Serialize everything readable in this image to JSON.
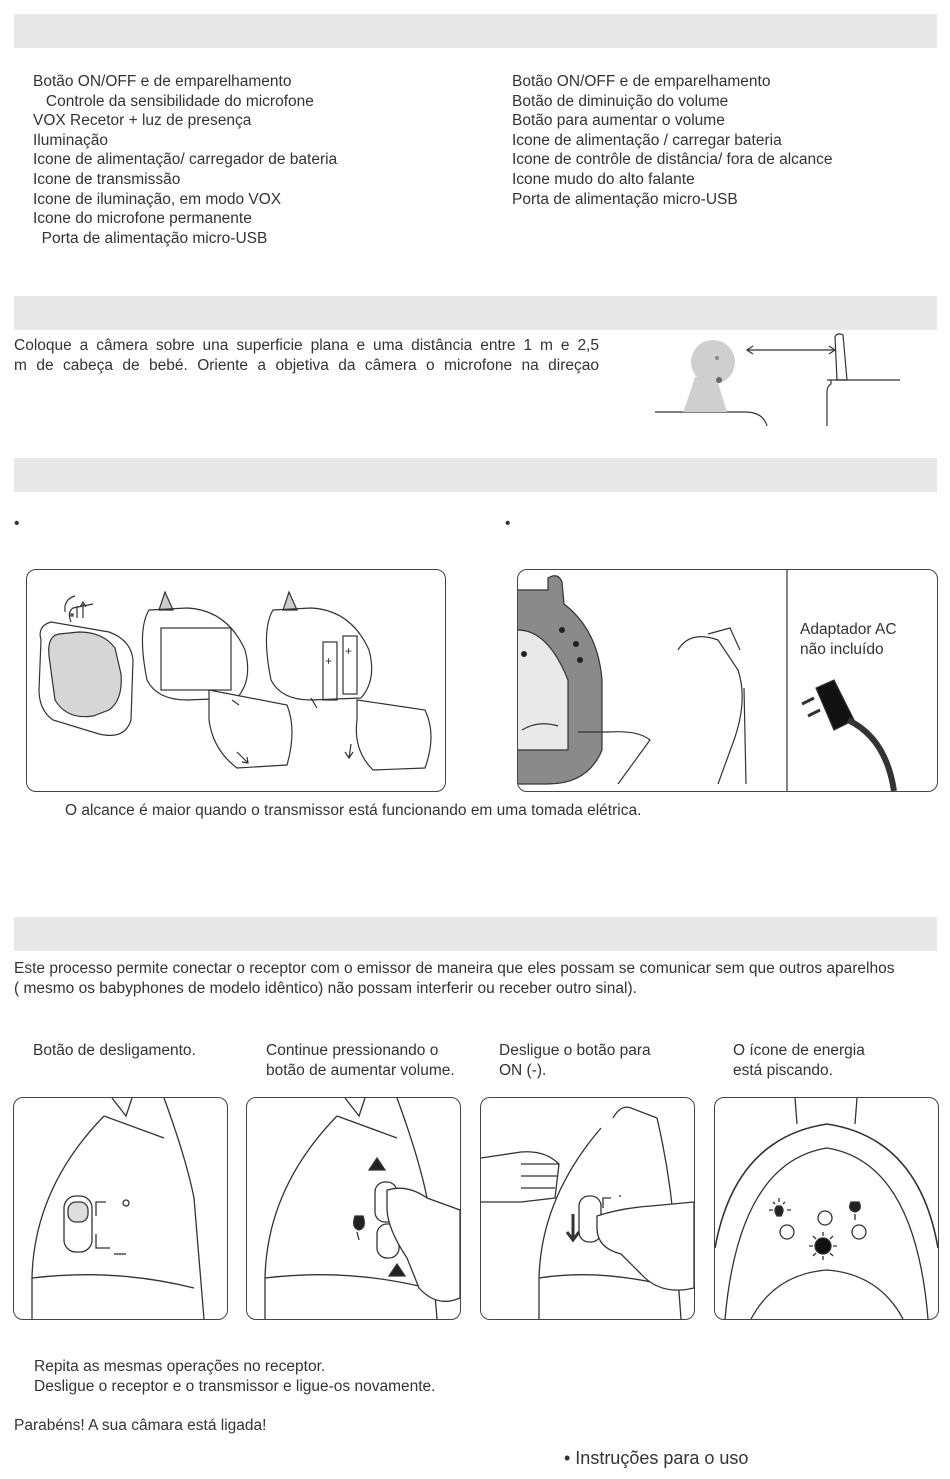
{
  "section1": {
    "left_list": [
      "Botão ON/OFF e de emparelhamento",
      "   Controle da sensibilidade do microfone",
      "VOX Recetor + luz de presença",
      "Iluminação",
      "Icone de alimentação/ carregador de bateria",
      "Icone de transmissão",
      "Icone de iluminação, em modo VOX",
      "Icone do microfone permanente",
      "  Porta de alimentação micro-USB"
    ],
    "right_list": [
      "Botão ON/OFF e de emparelhamento",
      "Botão de diminuição do volume",
      "Botão para aumentar o volume",
      "Icone de alimentação / carregar bateria",
      "Icone de contrôle de distância/ fora de alcance",
      "Icone mudo do alto falante",
      "Porta de alimentação micro-USB"
    ]
  },
  "section2": {
    "text_line1": "Coloque a câmera sobre una superficie plana e uma distância entre 1 m e 2,5",
    "text_line2": "m de cabeça de bebé. Oriente a objetiva da câmera o microfone na direçao"
  },
  "section3": {
    "bullet": "•",
    "adapter_line1": "Adaptador AC",
    "adapter_line2": "não incluído",
    "note": "O alcance é maior quando o transmissor está funcionando em uma tomada elétrica."
  },
  "section4": {
    "intro_line1": "Este processo permite conectar o receptor com o emissor de maneira que eles possam se comunicar sem que outros aparelhos",
    "intro_line2": "( mesmo os babyphones de modelo idêntico) não possam interferir ou receber outro sinal).",
    "steps": [
      {
        "line1": "Botão de desligamento.",
        "line2": ""
      },
      {
        "line1": "Continue pressionando o",
        "line2": "botão de aumentar volume."
      },
      {
        "line1": "Desligue o botão para",
        "line2": "ON (-)."
      },
      {
        "line1": "O ícone de energia",
        "line2": "está piscando."
      }
    ],
    "after_line1": "Repita as mesmas operações no receptor.",
    "after_line2": "Desligue o receptor e o transmissor e ligue-os novamente.",
    "congrats": "Parabéns! A sua câmara está ligada!"
  },
  "footer": {
    "label": "• Instruções para o uso"
  }
}
